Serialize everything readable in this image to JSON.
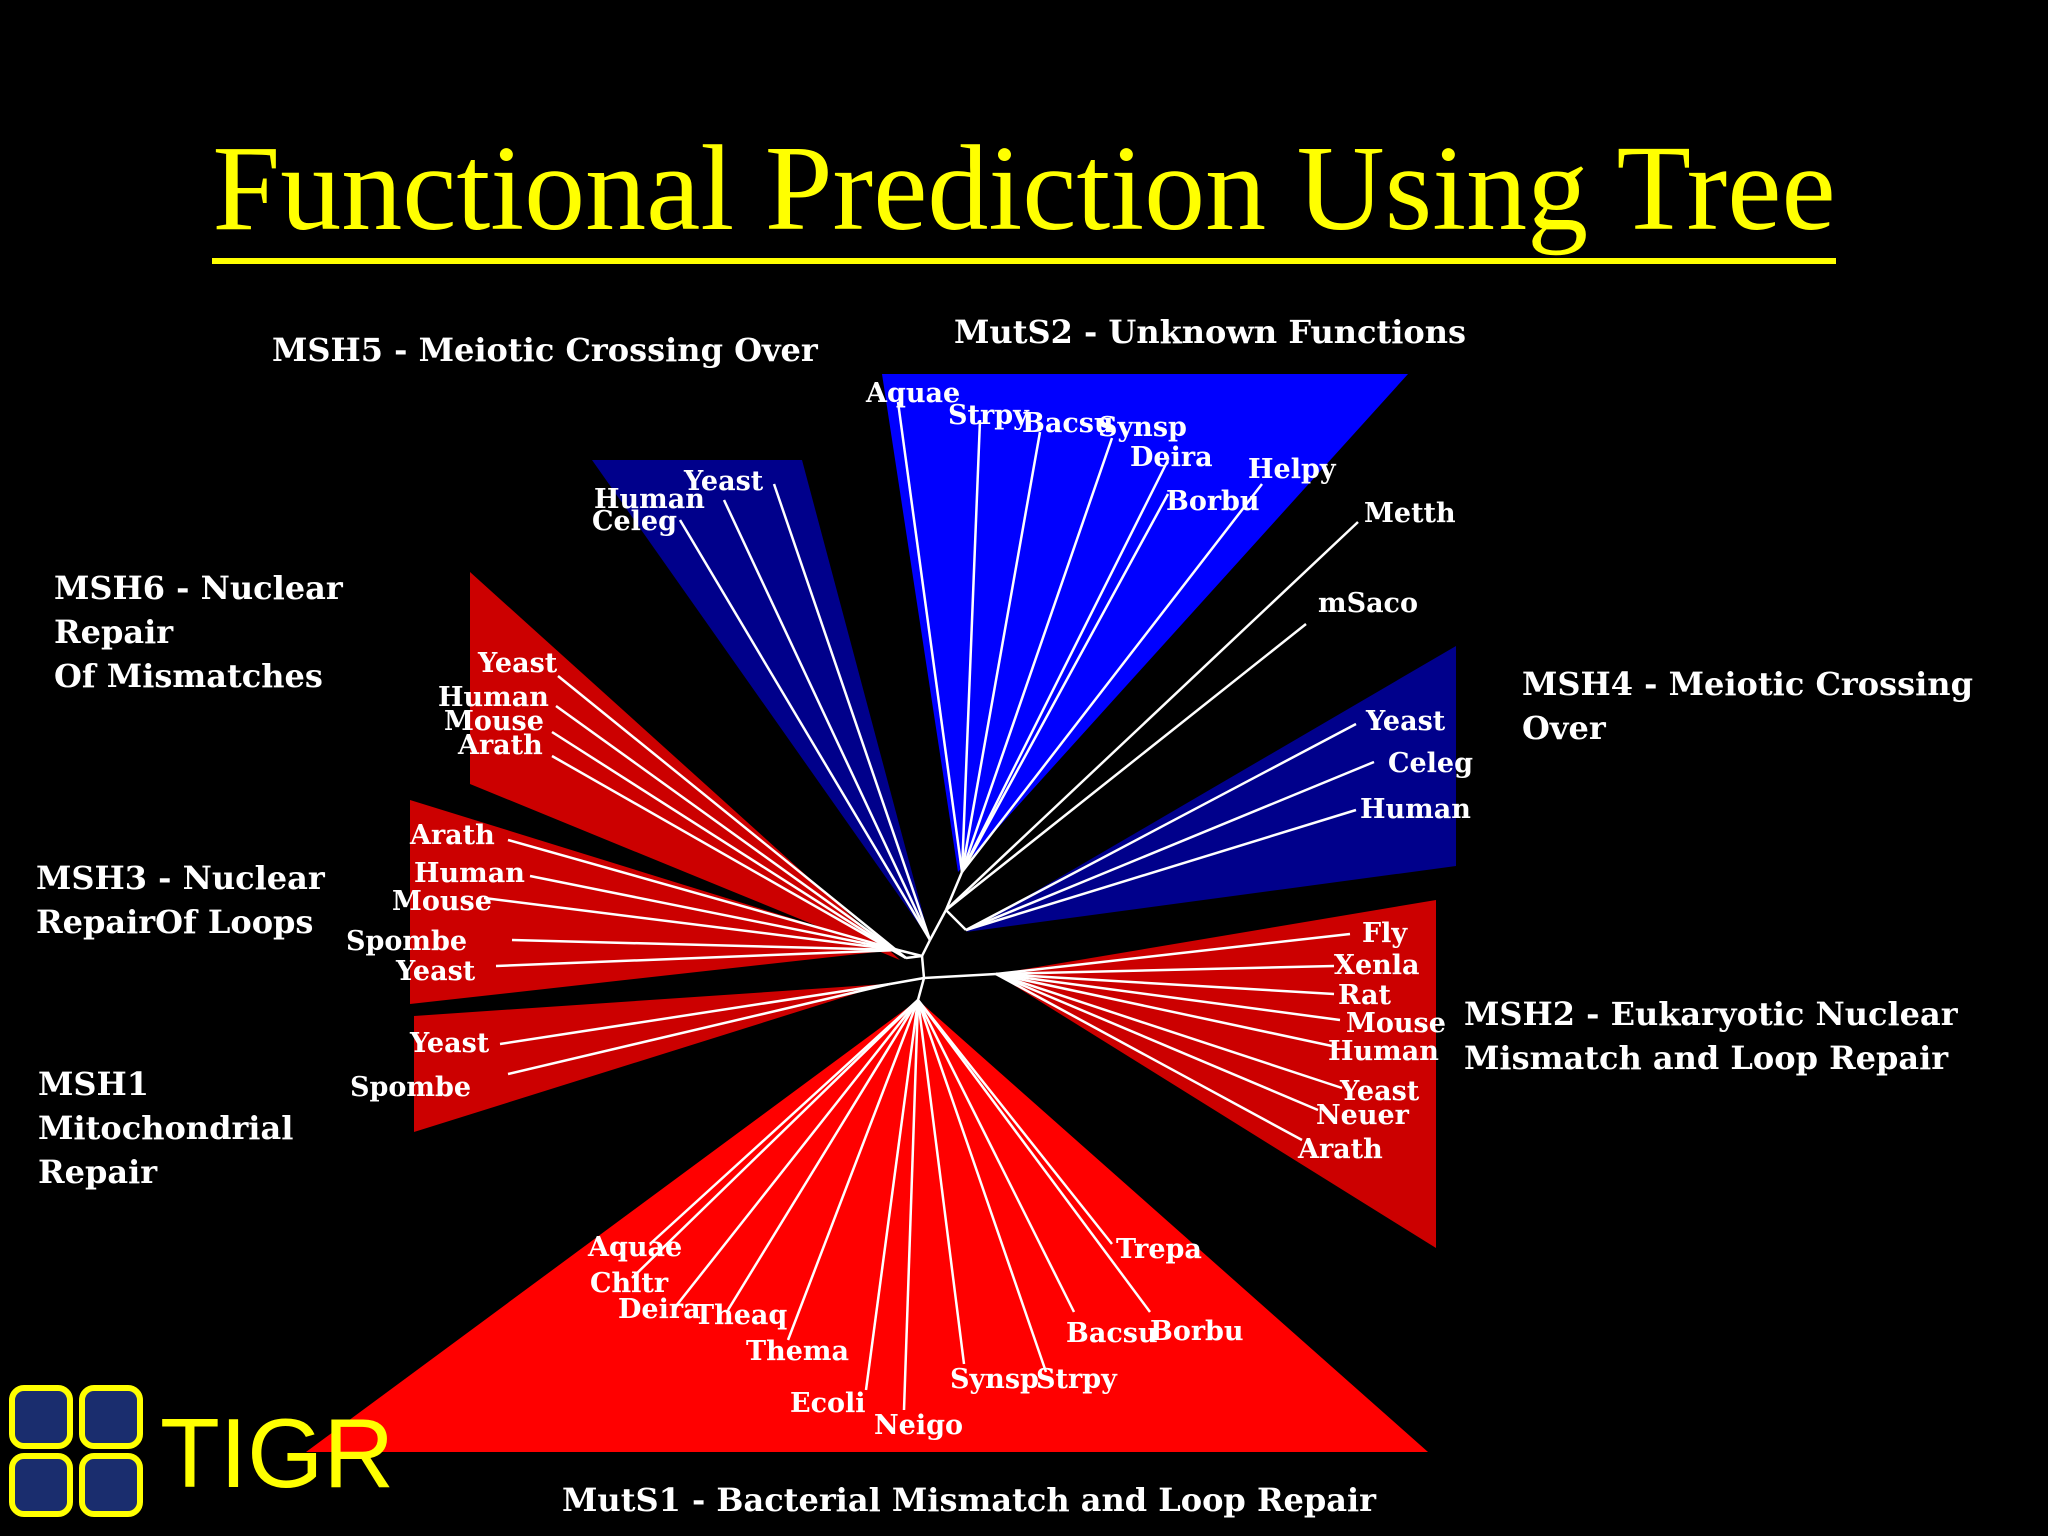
{
  "title": "Functional Prediction Using Tree",
  "colors": {
    "background": "#000000",
    "title": "#ffff00",
    "red_dark": "#cc0000",
    "red_bright": "#ff0000",
    "blue_dark": "#00008b",
    "blue_bright": "#0000ff",
    "branch": "#ffffff"
  },
  "logo": {
    "text": "TIGR",
    "icon": "tigr-grid-logo-icon"
  },
  "groups": {
    "msh5": {
      "lines": [
        "MSH5 - Meiotic Crossing Over"
      ],
      "leaves": [
        "Yeast",
        "Human",
        "Celeg"
      ]
    },
    "muts2": {
      "lines": [
        "MutS2 - Unknown Functions"
      ],
      "leaves": [
        "Aquae",
        "Strpy",
        "Bacsu",
        "Synsp",
        "Deira",
        "Helpy",
        "Borbu"
      ]
    },
    "unassigned": {
      "leaves": [
        "Metth",
        "mSaco"
      ]
    },
    "msh6": {
      "lines": [
        "MSH6 - Nuclear",
        "Repair",
        "Of Mismatches"
      ],
      "leaves": [
        "Yeast",
        "Human",
        "Mouse",
        "Arath"
      ]
    },
    "msh4": {
      "lines": [
        "MSH4 - Meiotic Crossing",
        "Over"
      ],
      "leaves": [
        "Yeast",
        "Celeg",
        "Human"
      ]
    },
    "msh3": {
      "lines": [
        "MSH3 - Nuclear",
        "RepairOf Loops"
      ],
      "leaves": [
        "Arath",
        "Human",
        "Mouse",
        "Spombe",
        "Yeast"
      ]
    },
    "msh2": {
      "lines": [
        "MSH2 - Eukaryotic Nuclear",
        "Mismatch and Loop Repair"
      ],
      "leaves": [
        "Fly",
        "Xenla",
        "Rat",
        "Mouse",
        "Human",
        "Yeast",
        "Neuer",
        "Arath"
      ]
    },
    "msh1": {
      "lines": [
        "MSH1",
        "Mitochondrial",
        "Repair"
      ],
      "leaves": [
        "Yeast",
        "Spombe"
      ]
    },
    "muts1": {
      "lines": [
        "MutS1 - Bacterial Mismatch and Loop Repair"
      ],
      "leaves": [
        "Aquae",
        "Chltr",
        "Deira",
        "Theaq",
        "Thema",
        "Ecoli",
        "Neigo",
        "Synsp",
        "Strpy",
        "Bacsu",
        "Borbu",
        "Trepa"
      ]
    }
  }
}
